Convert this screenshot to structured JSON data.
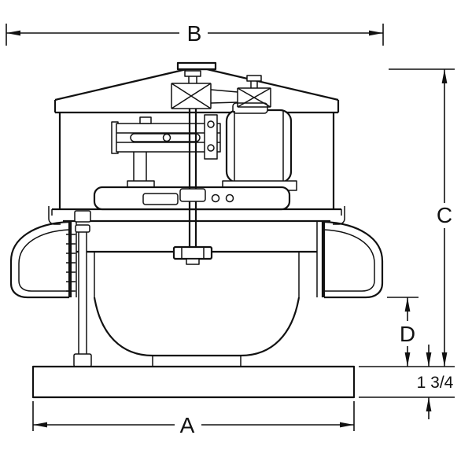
{
  "diagram": {
    "labels": {
      "dim_a": "A",
      "dim_b": "B",
      "dim_c": "C",
      "dim_d": "D",
      "base_height": "1 3/4"
    },
    "colors": {
      "line": "#111111",
      "background": "#ffffff"
    }
  }
}
